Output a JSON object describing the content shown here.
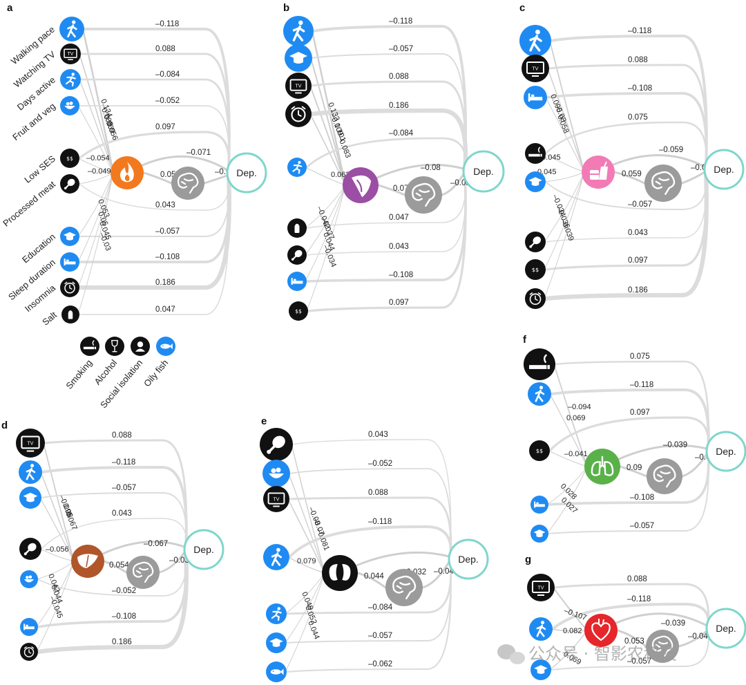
{
  "colors": {
    "blue": "#1f8bf2",
    "black": "#111111",
    "grey_node": "#9b9b9b",
    "dep_ring": "#7fd6cc",
    "inflammation": "#f2791d",
    "metabolic": "#9b4ea4",
    "endocrine": "#f27bb6",
    "liver": "#b0562a",
    "kidney": "#111111",
    "lung": "#5ab14a",
    "heart": "#e5262a"
  },
  "node_text": {
    "dep": "Dep.",
    "tv": "TV",
    "money": "$$"
  },
  "panels": [
    {
      "letter": "a",
      "organ_icon": "flame-icon",
      "factor_labels": [
        "Walking pace",
        "Watching TV",
        "Days active",
        "Fruit and veg",
        "Low SES",
        "Processed meat",
        "Education",
        "Sleep duration",
        "Insomnia",
        "Salt"
      ],
      "direct": [
        "–0.118",
        "0.088",
        "–0.084",
        "–0.052",
        "0.097",
        "0.043",
        "–0.057",
        "–0.108",
        "0.186",
        "0.047"
      ],
      "to_organ": [
        "0.134",
        "0.088",
        "0.069",
        "0.056",
        "–0.054",
        "–0.049",
        "0.053",
        "0.05",
        "0.045",
        "–0.03"
      ],
      "organ_to_brain": "0.053",
      "organ_to_dep": "–0.071",
      "brain_to_dep": "–0.05"
    },
    {
      "letter": "b",
      "organ_icon": "metabolic-icon",
      "direct": [
        "–0.118",
        "–0.057",
        "0.088",
        "0.186",
        "–0.084",
        "0.047",
        "0.043",
        "–0.108",
        "0.097"
      ],
      "to_organ": [
        "0.133",
        "–0.109",
        "0.101",
        "–0.083",
        "0.062",
        "–0.042",
        "–0.037",
        "0.044",
        "–0.034"
      ],
      "organ_to_brain": "0.075",
      "organ_to_dep": "–0.08",
      "brain_to_dep": "–0.039"
    },
    {
      "letter": "c",
      "organ_icon": "endocrine-icon",
      "direct": [
        "–0.118",
        "0.088",
        "–0.108",
        "0.075",
        "–0.057",
        "0.043",
        "0.097",
        "0.186"
      ],
      "to_organ": [
        "0.095",
        "–0.08",
        "0.058",
        "–0.045",
        "0.045",
        "–0.034",
        "–0.036",
        "–0.039"
      ],
      "organ_to_brain": "0.059",
      "organ_to_dep": "–0.059",
      "brain_to_dep": "–0.036"
    },
    {
      "letter": "d",
      "organ_icon": "liver-icon",
      "direct": [
        "0.088",
        "–0.118",
        "–0.057",
        "0.043",
        "–0.052",
        "–0.108",
        "0.186"
      ],
      "to_organ": [
        "–0.095",
        "0.08",
        "0.067",
        "–0.056",
        "0.042",
        "0.044",
        "–0.045"
      ],
      "organ_to_brain": "0.054",
      "organ_to_dep": "–0.067",
      "brain_to_dep": "–0.031"
    },
    {
      "letter": "e",
      "organ_icon": "kidney-icon",
      "direct": [
        "0.043",
        "–0.052",
        "0.088",
        "–0.118",
        "–0.084",
        "–0.057",
        "–0.062"
      ],
      "to_organ": [
        "–0.08",
        "–0.07",
        "–0.081",
        "0.079",
        "0.049",
        "0.052",
        "0.044"
      ],
      "organ_to_brain": "0.044",
      "organ_to_dep": "–0.032",
      "brain_to_dep": "–0.04"
    },
    {
      "letter": "f",
      "organ_icon": "lung-icon",
      "direct": [
        "0.075",
        "–0.118",
        "0.097",
        "–0.108",
        "–0.057"
      ],
      "to_organ": [
        "–0.094",
        "0.069",
        "–0.041",
        "0.028",
        "0.027"
      ],
      "organ_to_brain": "0.09",
      "organ_to_dep": "–0.039",
      "brain_to_dep": "–0.038"
    },
    {
      "letter": "g",
      "organ_icon": "heart-icon",
      "direct": [
        "0.088",
        "–0.118",
        "–0.057"
      ],
      "to_organ": [
        "–0.107",
        "0.082",
        "0.069"
      ],
      "organ_to_brain": "0.053",
      "organ_to_dep": "–0.039",
      "brain_to_dep": "–0.044"
    }
  ],
  "legend": {
    "items": [
      {
        "label": "Smoking",
        "icon": "smoking-icon"
      },
      {
        "label": "Alcohol",
        "icon": "wine-glass-icon"
      },
      {
        "label": "Social isolation",
        "icon": "person-icon"
      },
      {
        "label": "Oily fish",
        "icon": "fish-icon"
      }
    ]
  },
  "watermark": "公众号 · 智影农科技"
}
